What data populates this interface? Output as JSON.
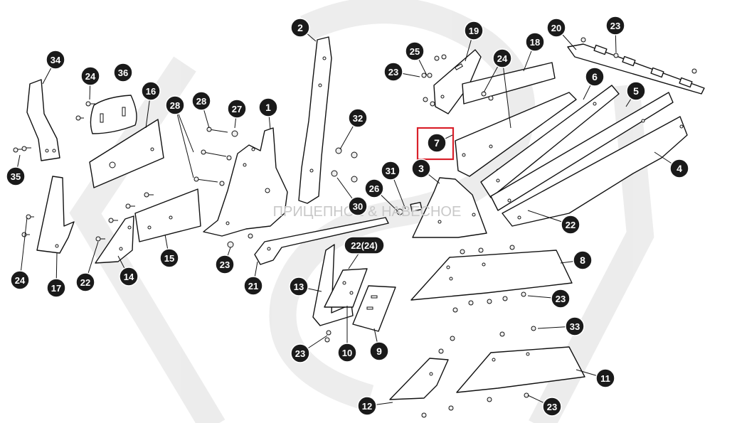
{
  "watermark": "ПРИЦЕПНОЕ & НАВЕСНОЕ",
  "highlight_color": "#d9202a",
  "callout_color": "#1a1a1a",
  "highlighted_callout": "7",
  "callouts": [
    {
      "label": "34"
    },
    {
      "label": "24"
    },
    {
      "label": "36"
    },
    {
      "label": "16"
    },
    {
      "label": "28"
    },
    {
      "label": "28"
    },
    {
      "label": "27"
    },
    {
      "label": "1"
    },
    {
      "label": "2"
    },
    {
      "label": "32"
    },
    {
      "label": "35"
    },
    {
      "label": "24"
    },
    {
      "label": "17"
    },
    {
      "label": "22"
    },
    {
      "label": "14"
    },
    {
      "label": "15"
    },
    {
      "label": "23"
    },
    {
      "label": "21"
    },
    {
      "label": "30"
    },
    {
      "label": "31"
    },
    {
      "label": "26"
    },
    {
      "label": "3"
    },
    {
      "label": "25"
    },
    {
      "label": "23"
    },
    {
      "label": "19"
    },
    {
      "label": "24"
    },
    {
      "label": "18"
    },
    {
      "label": "20"
    },
    {
      "label": "23"
    },
    {
      "label": "6"
    },
    {
      "label": "5"
    },
    {
      "label": "7"
    },
    {
      "label": "4"
    },
    {
      "label": "22"
    },
    {
      "label": "22(24)"
    },
    {
      "label": "13"
    },
    {
      "label": "8"
    },
    {
      "label": "23"
    },
    {
      "label": "23"
    },
    {
      "label": "10"
    },
    {
      "label": "9"
    },
    {
      "label": "33"
    },
    {
      "label": "11"
    },
    {
      "label": "12"
    },
    {
      "label": "23"
    }
  ]
}
